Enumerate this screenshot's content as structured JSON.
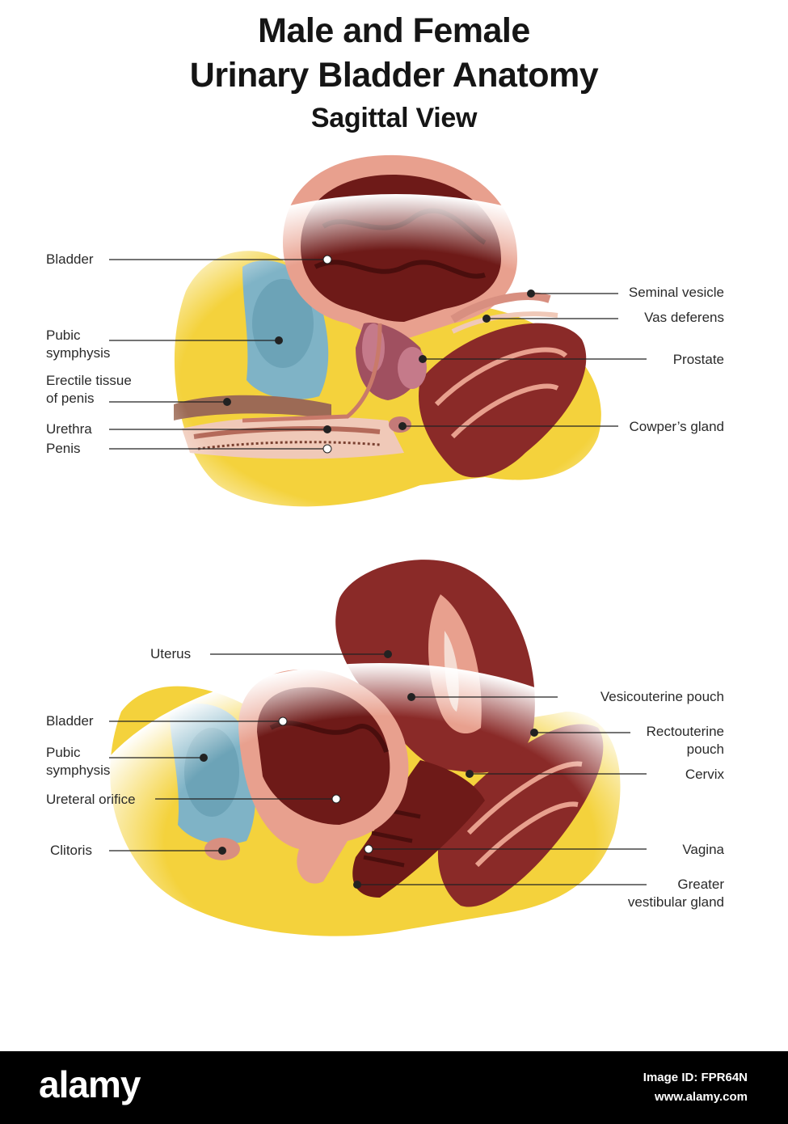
{
  "title_line1": "Male and Female",
  "title_line2": "Urinary Bladder Anatomy",
  "subtitle": "Sagittal View",
  "male": {
    "bladder": "Bladder",
    "pubic_symphysis": [
      "Pubic",
      "symphysis"
    ],
    "erectile_tissue": [
      "Erectile tissue",
      "of penis"
    ],
    "urethra": "Urethra",
    "penis": "Penis",
    "seminal_vesicle": "Seminal vesicle",
    "vas_deferens": "Vas deferens",
    "prostate": "Prostate",
    "cowpers_gland": "Cowper’s gland"
  },
  "female": {
    "uterus": "Uterus",
    "bladder": "Bladder",
    "pubic_symphysis": [
      "Pubic",
      "symphysis"
    ],
    "ureteral_orifice": "Ureteral orifice",
    "clitoris": "Clitoris",
    "vesicouterine_pouch": "Vesicouterine pouch",
    "rectouterine_pouch": [
      "Rectouterine",
      "pouch"
    ],
    "cervix": "Cervix",
    "vagina": "Vagina",
    "greater_vestibular_gland": [
      "Greater",
      "vestibular gland"
    ]
  },
  "footer": {
    "logo": "alamy",
    "image_id": "Image ID: FPR64N",
    "url": "www.alamy.com"
  },
  "colors": {
    "fat": "#f4d23c",
    "bladder_wall": "#e8a08e",
    "bladder_lumen": "#6e1a18",
    "bone": "#7fb3c6",
    "muscle": "#8a2a28",
    "leader": "#222222"
  }
}
